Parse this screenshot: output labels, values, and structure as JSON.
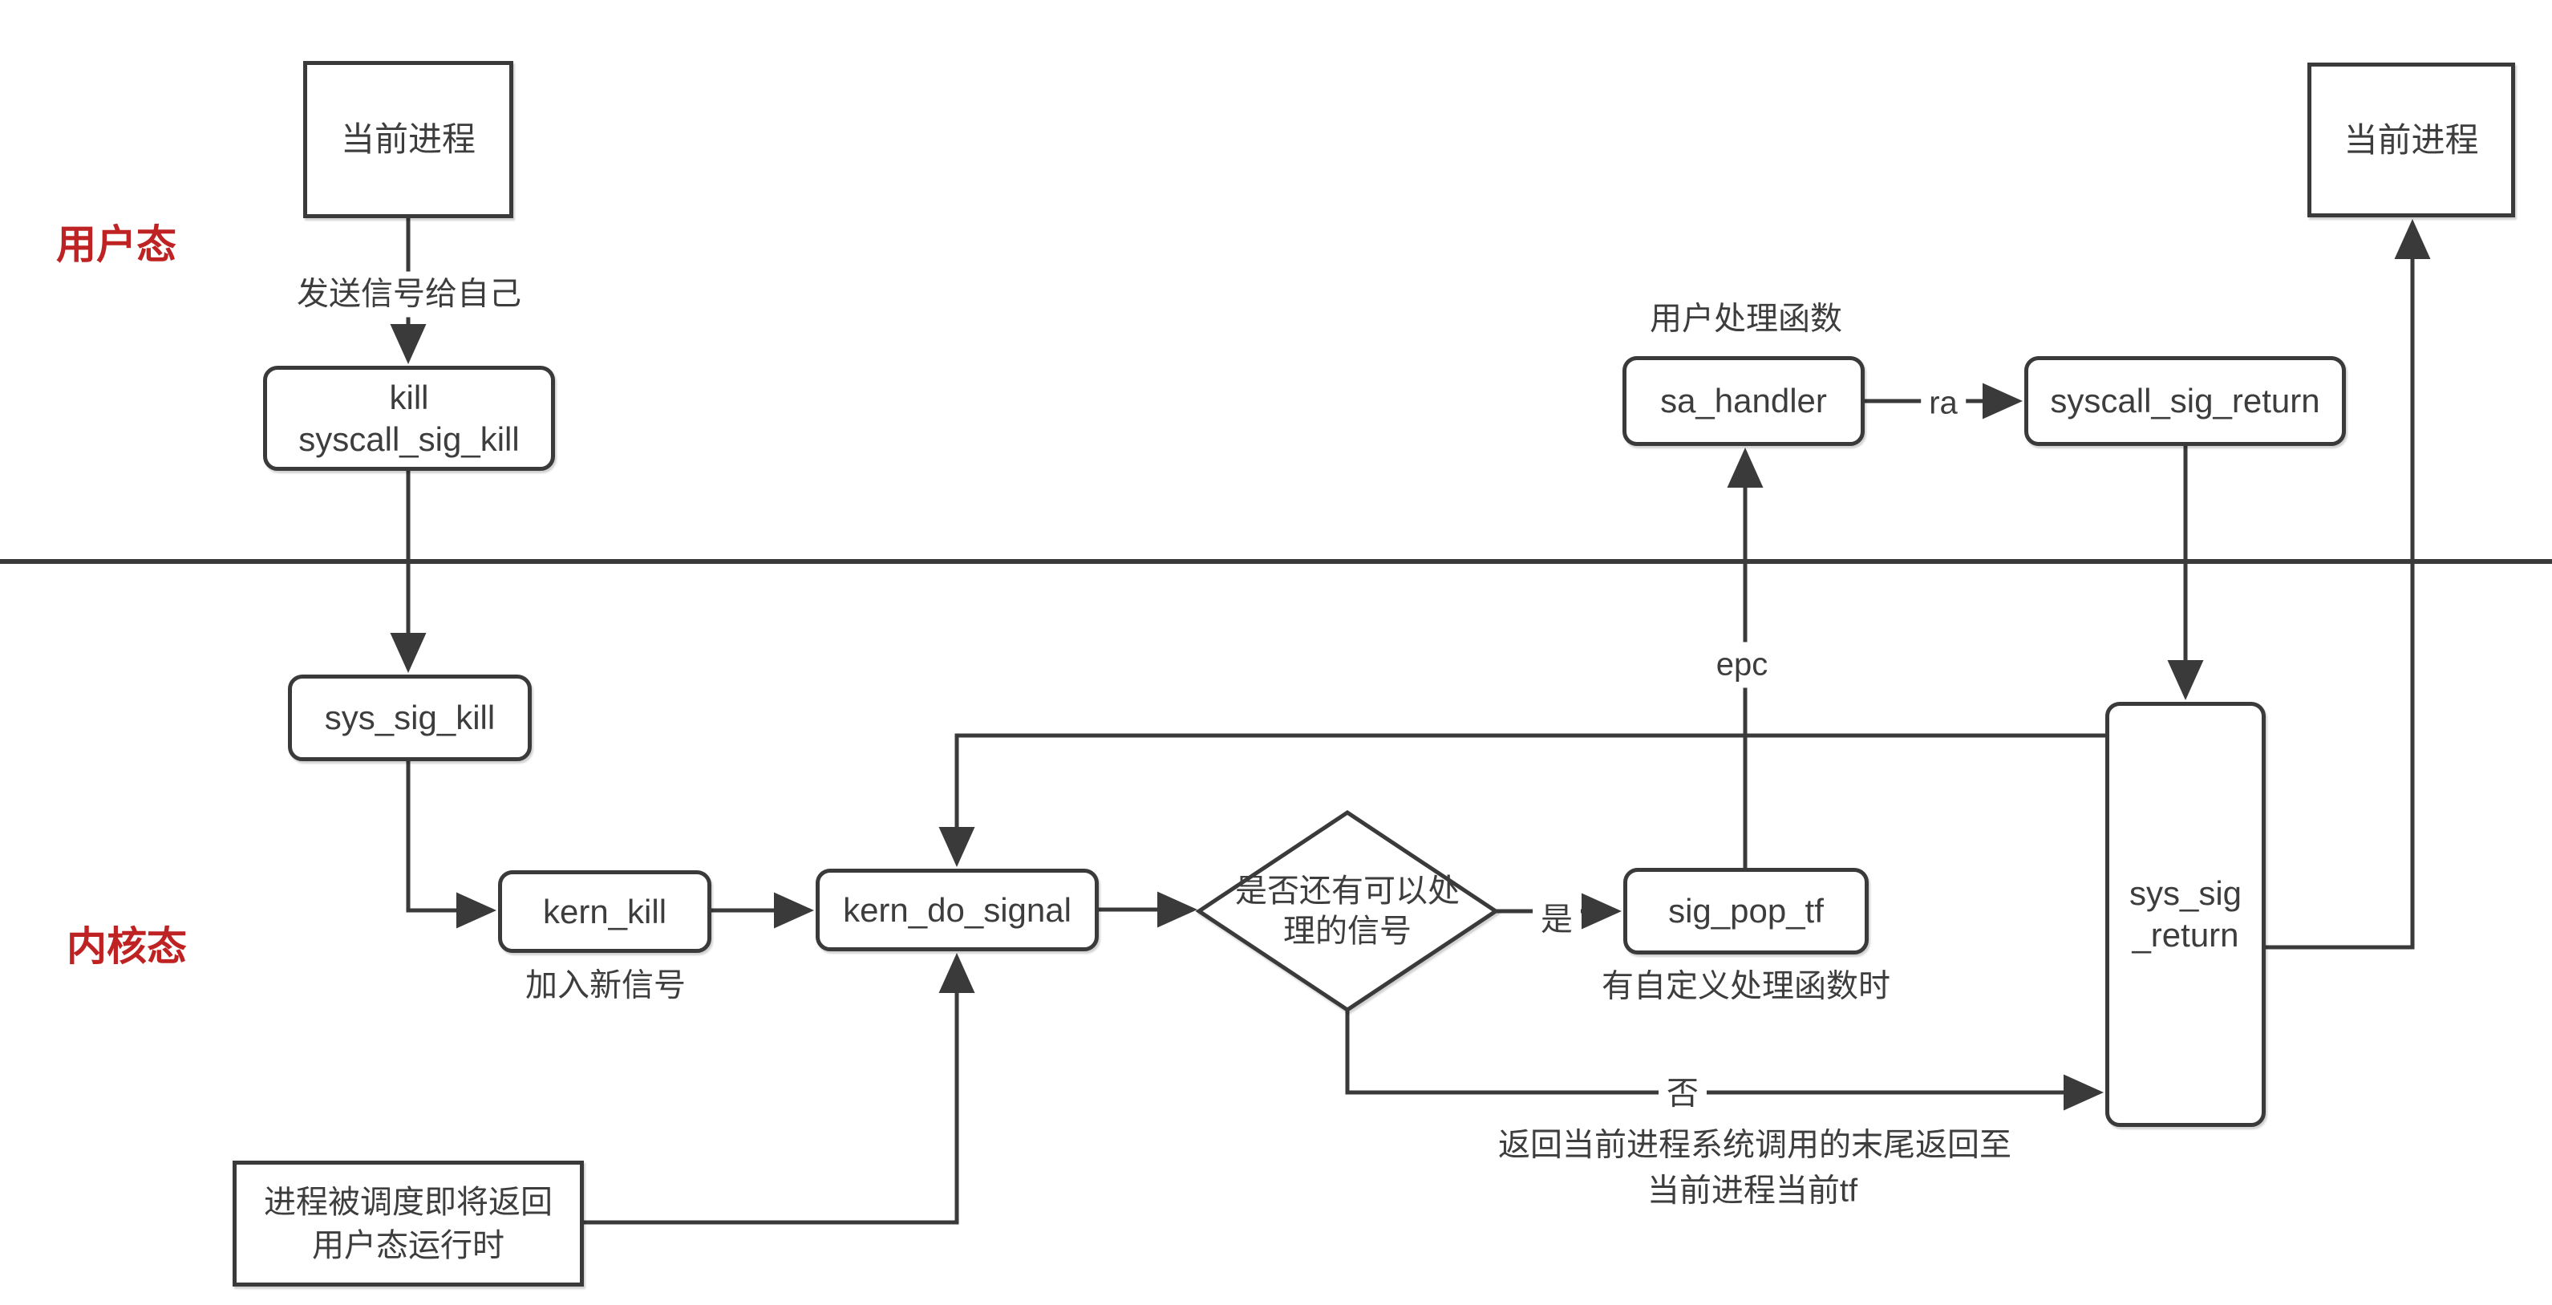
{
  "colors": {
    "stroke": "#3a3a3a",
    "text": "#3d3d3d",
    "red": "#bf2222",
    "bg": "#ffffff"
  },
  "zones": {
    "user_mode": "用户态",
    "kernel_mode": "内核态"
  },
  "nodes": {
    "user_proc_left": "当前进程",
    "kill_line1": "kill",
    "kill_line2": "syscall_sig_kill",
    "sys_sig_kill": "sys_sig_kill",
    "kern_kill": "kern_kill",
    "kern_do_signal": "kern_do_signal",
    "decision_line1": "是否还有可以处",
    "decision_line2": "理的信号",
    "sig_pop_tf": "sig_pop_tf",
    "sa_handler": "sa_handler",
    "syscall_sig_return": "syscall_sig_return",
    "sys_sig_return_line1": "sys_sig",
    "sys_sig_return_line2": "_return",
    "user_proc_right": "当前进程",
    "scheduled_line1": "进程被调度即将返回",
    "scheduled_line2": "用户态运行时"
  },
  "labels": {
    "send_signal_to_self": "发送信号给自己",
    "add_new_signal": "加入新信号",
    "user_handler_fn": "用户处理函数",
    "epc": "epc",
    "ra": "ra",
    "yes": "是",
    "no": "否",
    "custom_handler_note": "有自定义处理函数时",
    "return_note_line1": "返回当前进程系统调用的末尾返回至",
    "return_note_line2": "当前进程当前tf"
  }
}
